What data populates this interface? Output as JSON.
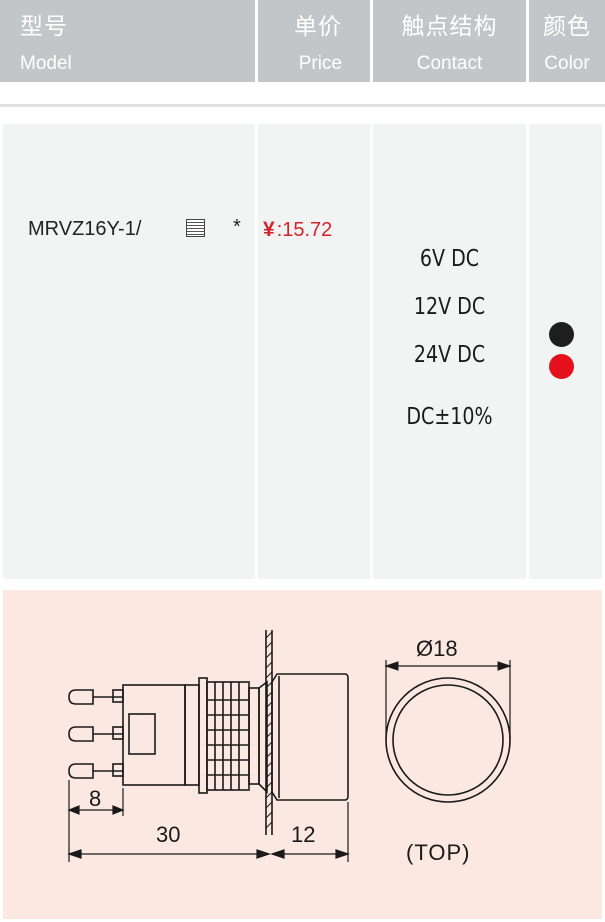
{
  "header": {
    "model": {
      "zh": "型号",
      "en": "Model"
    },
    "price": {
      "zh": "单价",
      "en": "Price"
    },
    "contact": {
      "zh": "触点结构",
      "en": "Contact"
    },
    "color": {
      "zh": "颜色",
      "en": "Color"
    }
  },
  "row": {
    "model": "MRVZ16Y-1/",
    "model_icon": "placeholder-grid-icon",
    "model_suffix": "*",
    "price_symbol": "¥",
    "price_value": ":15.72",
    "contacts": [
      "6V DC",
      "12V DC",
      "24V DC",
      "DC±10%"
    ],
    "colors": [
      "#1e1e1e",
      "#e4101c"
    ]
  },
  "drawing": {
    "dim_diameter": "Ø18",
    "dim_pin": "8",
    "dim_body": "30",
    "dim_head": "12",
    "top_label": "(TOP)"
  },
  "colors": {
    "header_bg": "#c3c6c8",
    "row_bg": "#f2f4f3",
    "panel_bg": "#fbe9e1",
    "price": "#d4242b"
  }
}
